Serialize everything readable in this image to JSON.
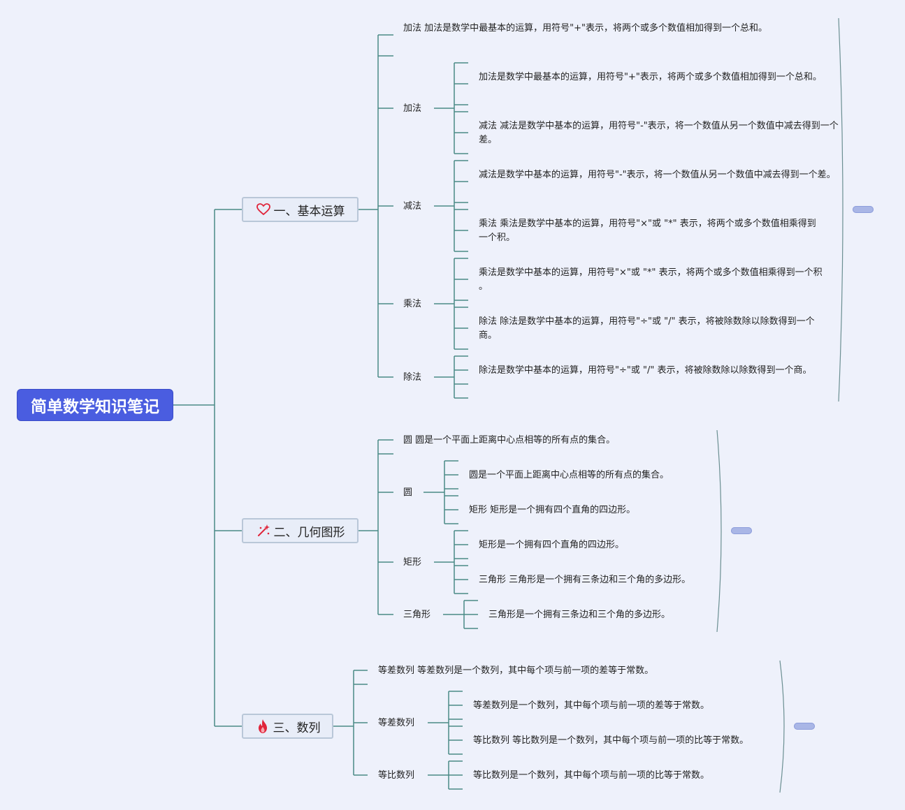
{
  "root": {
    "title": "简单数学知识笔记"
  },
  "colors": {
    "root_bg": "#4a5de0",
    "line": "#4a8a86",
    "branch_bg": "#e8edf8",
    "branch_border": "#b9c7d8",
    "icon_red": "#e0243a"
  },
  "branches": [
    {
      "label": "一、基本运算",
      "icon": "heart-icon",
      "summary": "加法 加法是数学中最基本的运算，用符号\"+\"表示，将两个或多个数值相加得到一个总和。",
      "children": [
        {
          "label": "加法",
          "items": [
            "加法是数学中最基本的运算，用符号\"+\"表示，将两个或多个数值相加得到一个总和。",
            "减法 减法是数学中基本的运算，用符号\"-\"表示，将一个数值从另一个数值中减去得到一个差。"
          ]
        },
        {
          "label": "减法",
          "items": [
            "减法是数学中基本的运算，用符号\"-\"表示，将一个数值从另一个数值中减去得到一个差。",
            "乘法 乘法是数学中基本的运算，用符号\"×\"或 \"*\" 表示，将两个或多个数值相乘得到一个积。"
          ]
        },
        {
          "label": "乘法",
          "items": [
            "乘法是数学中基本的运算，用符号\"×\"或 \"*\" 表示，将两个或多个数值相乘得到一个积。",
            "除法 除法是数学中基本的运算，用符号\"÷\"或 \"/\" 表示，将被除数除以除数得到一个商。"
          ]
        },
        {
          "label": "除法",
          "items": [
            "除法是数学中基本的运算，用符号\"÷\"或 \"/\" 表示，将被除数除以除数得到一个商。"
          ]
        }
      ]
    },
    {
      "label": "二、几何图形",
      "icon": "sparkle-wand-icon",
      "summary": "圆 圆是一个平面上距离中心点相等的所有点的集合。",
      "children": [
        {
          "label": "圆",
          "items": [
            "圆是一个平面上距离中心点相等的所有点的集合。",
            "矩形 矩形是一个拥有四个直角的四边形。"
          ]
        },
        {
          "label": "矩形",
          "items": [
            "矩形是一个拥有四个直角的四边形。",
            "三角形 三角形是一个拥有三条边和三个角的多边形。"
          ]
        },
        {
          "label": "三角形",
          "items": [
            "三角形是一个拥有三条边和三个角的多边形。"
          ]
        }
      ]
    },
    {
      "label": "三、数列",
      "icon": "fire-icon",
      "summary": "等差数列 等差数列是一个数列，其中每个项与前一项的差等于常数。",
      "children": [
        {
          "label": "等差数列",
          "items": [
            "等差数列是一个数列，其中每个项与前一项的差等于常数。",
            "等比数列 等比数列是一个数列，其中每个项与前一项的比等于常数。"
          ]
        },
        {
          "label": "等比数列",
          "items": [
            "等比数列是一个数列，其中每个项与前一项的比等于常数。"
          ]
        }
      ]
    }
  ]
}
